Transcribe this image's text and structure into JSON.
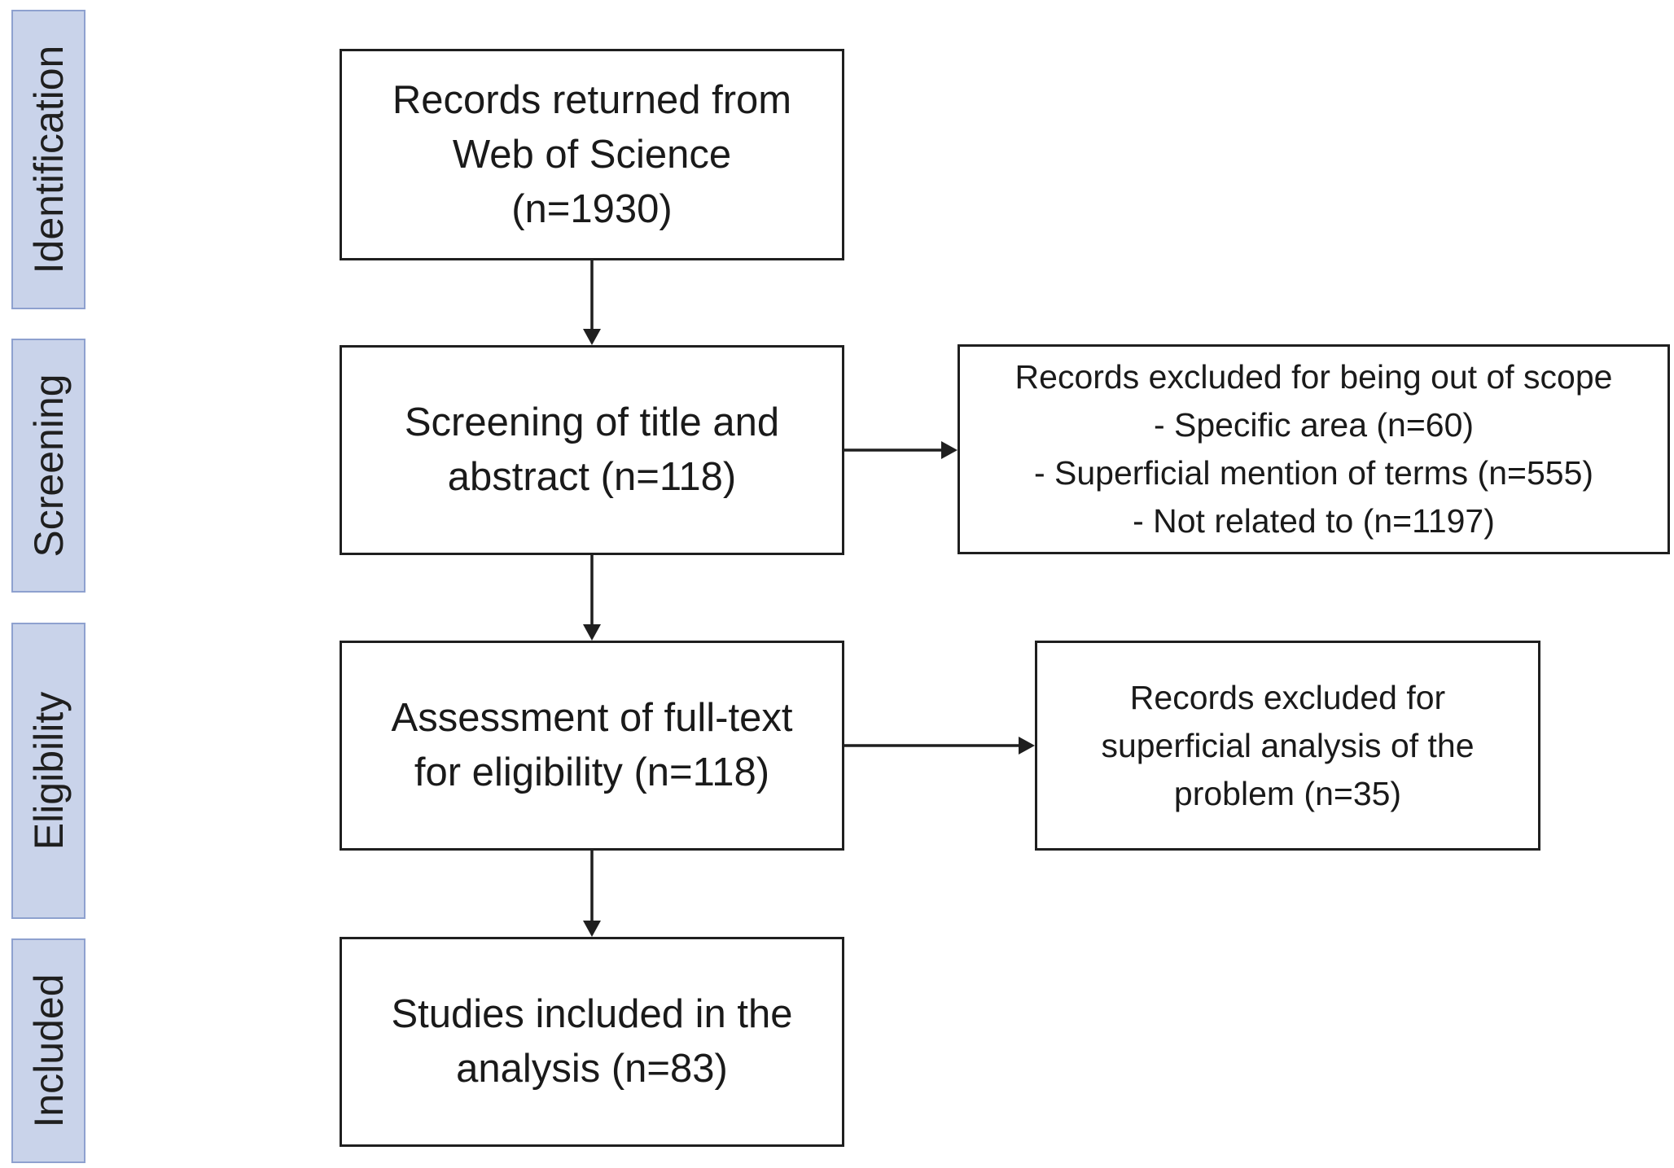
{
  "phases": {
    "identification": "Identification",
    "screening": "Screening",
    "eligibility": "Eligibility",
    "included": "Included"
  },
  "boxes": {
    "records_returned": {
      "lines": [
        "Records returned from",
        "Web of Science",
        "(n=1930)"
      ]
    },
    "screening": {
      "lines": [
        "Screening of title and",
        "abstract (n=118)"
      ]
    },
    "assessment": {
      "lines": [
        "Assessment of full-text",
        "for eligibility (n=118)"
      ]
    },
    "studies_included": {
      "lines": [
        "Studies included in the",
        "analysis (n=83)"
      ]
    },
    "excluded_scope": {
      "lines": [
        "Records excluded for being out of scope",
        "- Specific area (n=60)",
        "- Superficial mention of terms (n=555)",
        "- Not related to  (n=1197)"
      ]
    },
    "excluded_superficial": {
      "lines": [
        "Records excluded for",
        "superficial analysis of the",
        "problem (n=35)"
      ]
    }
  },
  "colors": {
    "phase_fill": "#c9d3ea",
    "phase_border": "#8ea1cf",
    "box_border": "#1f1f1f",
    "arrow": "#1f1f1f"
  }
}
